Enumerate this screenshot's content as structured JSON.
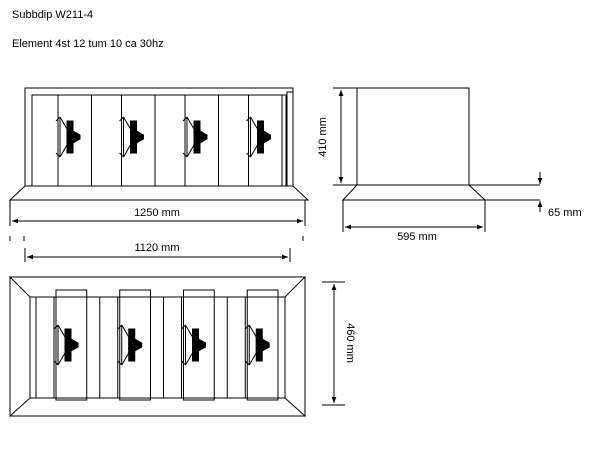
{
  "header": {
    "title": "Subbdip W211-4",
    "subtitle": "Element   4st 12 tum  10 ca 30hz"
  },
  "dimensions": {
    "width_base": "1250 mm",
    "width_inner": "1120 mm",
    "height": "410 mm",
    "depth": "595 mm",
    "base_height": "65 mm",
    "top_depth": "460 mm"
  },
  "drivers": {
    "count": 4
  },
  "colors": {
    "line": "#000000",
    "background": "#ffffff"
  }
}
